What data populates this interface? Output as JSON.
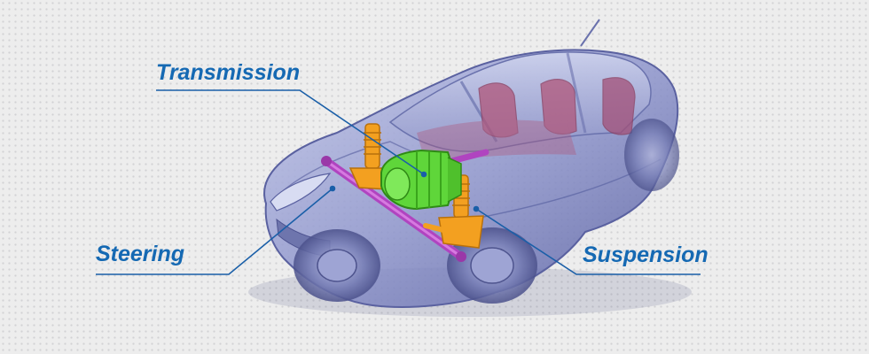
{
  "labels": {
    "transmission": "Transmission",
    "steering": "Steering",
    "suspension": "Suspension"
  },
  "colors": {
    "label_text": "#1569b3",
    "leader_line": "#1a5fa8",
    "car_body": "#8a92c8",
    "car_outline": "#6a72ad",
    "interior": "#b0567a",
    "transmission": "#5fd63a",
    "steering_rack": "#b044c0",
    "suspension": "#f3a020",
    "background": "#ededed"
  }
}
